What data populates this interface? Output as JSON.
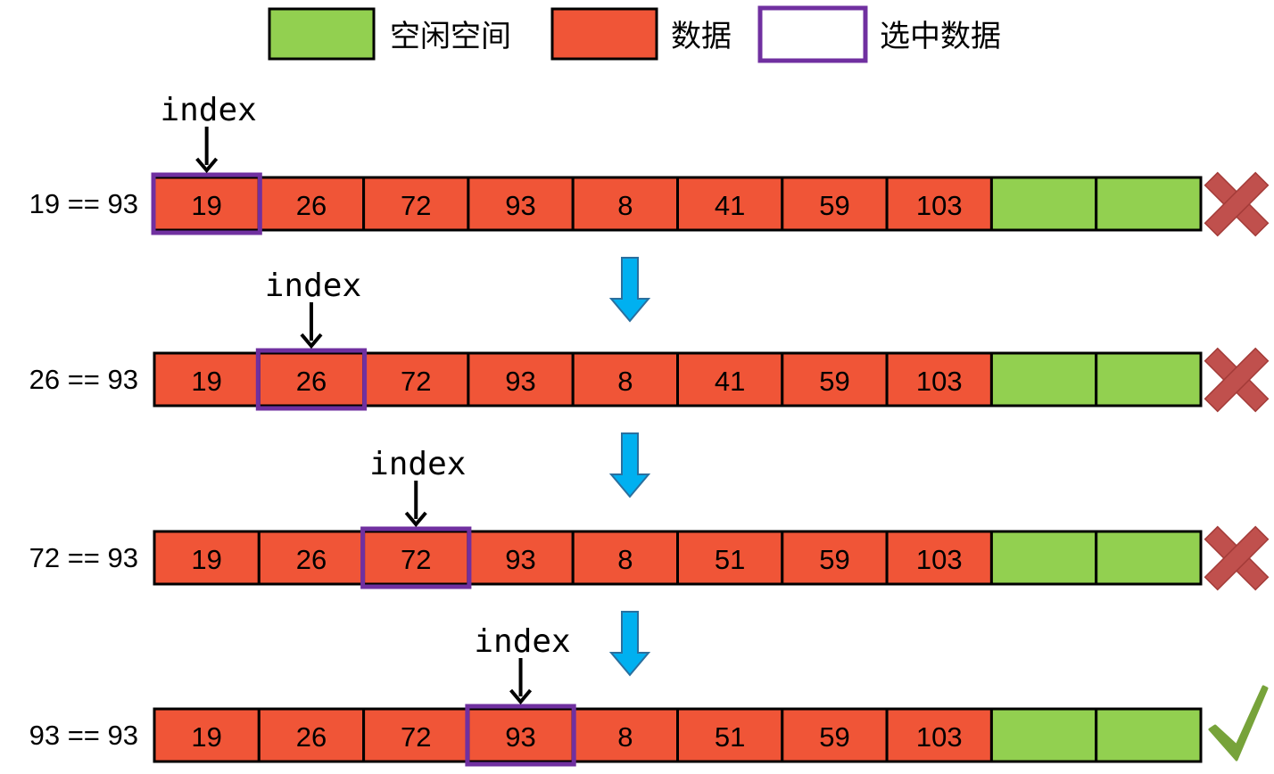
{
  "colors": {
    "free": "#92d050",
    "data": "#f05537",
    "selected_border": "#7030a0",
    "cell_border": "#000000",
    "down_arrow": "#00b0f0",
    "cross": "#c0504d",
    "check": "#77a33a"
  },
  "legend": {
    "free_label": "空闲空间",
    "data_label": "数据",
    "selected_label": "选中数据"
  },
  "index_label": "index",
  "rows": [
    {
      "comparison": "19 == 93",
      "cells": [
        "19",
        "26",
        "72",
        "93",
        "8",
        "41",
        "59",
        "103",
        "",
        ""
      ],
      "selected_index": 0,
      "result": "cross-icon"
    },
    {
      "comparison": "26 == 93",
      "cells": [
        "19",
        "26",
        "72",
        "93",
        "8",
        "41",
        "59",
        "103",
        "",
        ""
      ],
      "selected_index": 1,
      "result": "cross-icon"
    },
    {
      "comparison": "72 == 93",
      "cells": [
        "19",
        "26",
        "72",
        "93",
        "8",
        "51",
        "59",
        "103",
        "",
        ""
      ],
      "selected_index": 2,
      "result": "cross-icon"
    },
    {
      "comparison": "93 == 93",
      "cells": [
        "19",
        "26",
        "72",
        "93",
        "8",
        "51",
        "59",
        "103",
        "",
        ""
      ],
      "selected_index": 3,
      "result": "check-icon"
    }
  ]
}
